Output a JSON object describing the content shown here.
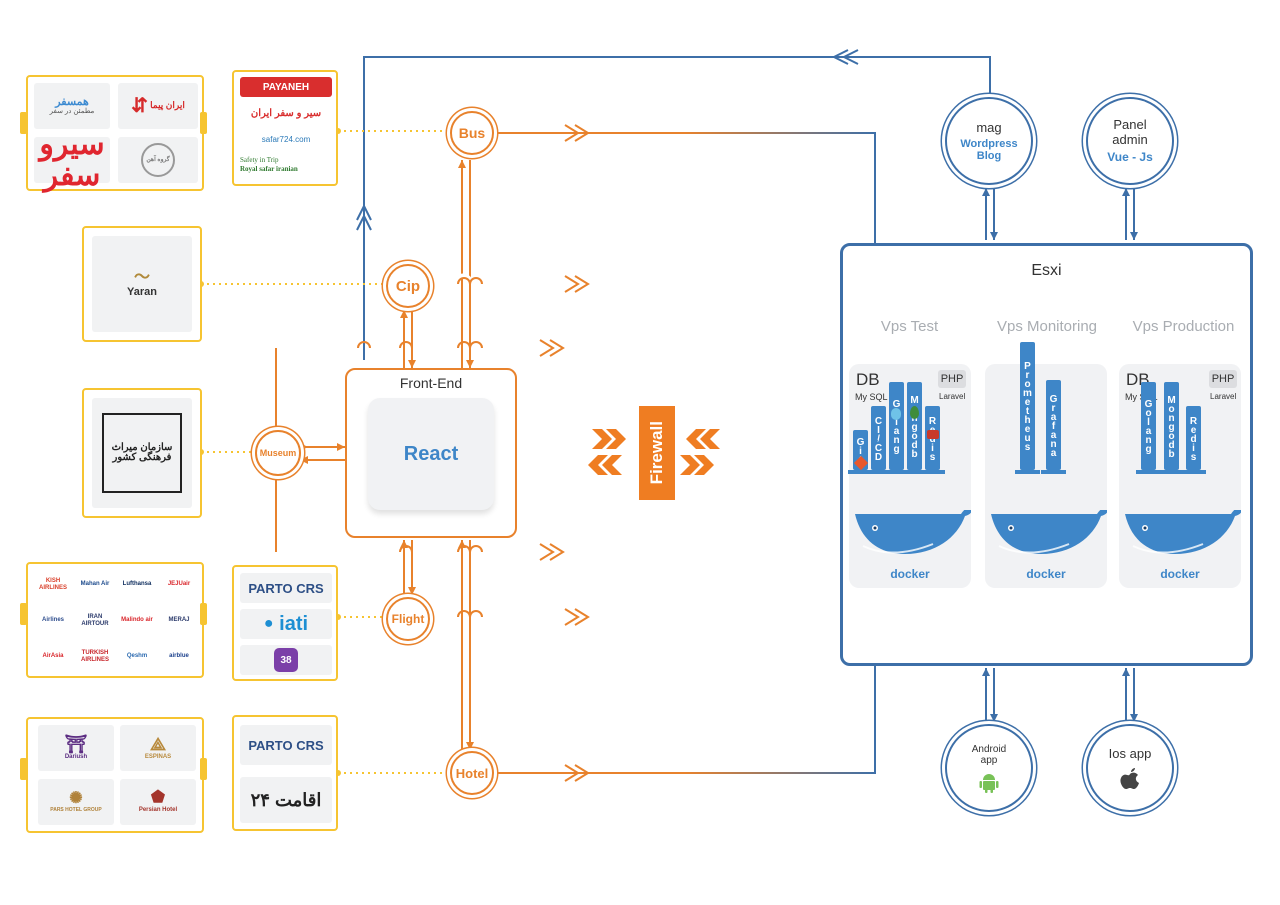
{
  "colors": {
    "orange": "#e8822c",
    "blue": "#3d6fa8",
    "yellow": "#f6c431",
    "docker_blue": "#3e86c8"
  },
  "bus": {
    "providers_a": [
      "همسفر",
      "مطمئن در سفر",
      "ایران پیما",
      "گروه آهن",
      "سیرو سفر"
    ],
    "providers_b": [
      "PAYANEH",
      "سیر و سفر ایران",
      "safar724.com",
      "Safety in Trip",
      "Royal safar iranian"
    ],
    "node": "Bus"
  },
  "cip": {
    "provider": "Yaran",
    "node": "Cip"
  },
  "museum": {
    "provider": "سازمان میراث فرهنگی کشور",
    "node": "Museum"
  },
  "flight": {
    "airlines": [
      "KISH AIRLINES",
      "Mahan Air",
      "Lufthansa",
      "JEJUair",
      "Airlines",
      "IRAN AIRTOUR",
      "Malindo air",
      "MERAJ",
      "AirAsia",
      "TURKISH AIRLINES",
      "Qeshm",
      "airblue"
    ],
    "crs": [
      "PARTO CRS",
      "iati",
      "38"
    ],
    "node": "Flight"
  },
  "hotel": {
    "providers": [
      "Dariush",
      "ESPINAS",
      "PARS HOTEL GROUP",
      "Persian Hotel"
    ],
    "crs": [
      "PARTO CRS",
      "اقامت ۲۴"
    ],
    "node": "Hotel"
  },
  "frontend": {
    "title": "Front-End",
    "framework": "React"
  },
  "firewall": {
    "label": "Firewall"
  },
  "mag": {
    "title": "mag",
    "sub": "Wordpress Blog"
  },
  "panel": {
    "title": "Panel admin",
    "sub": "Vue - Js"
  },
  "esxi": {
    "title": "Esxi",
    "vps": [
      {
        "title": "Vps Test",
        "db": "DB",
        "db_sub": "My SQL",
        "lang": "PHP",
        "lang_sub": "Laravel",
        "stack": [
          "Git",
          "CI/CD",
          "Golang",
          "Mongodb",
          "Redis"
        ],
        "docker": "docker"
      },
      {
        "title": "Vps Monitoring",
        "stack": [
          "Prometheus",
          "Grafana"
        ],
        "docker": "docker"
      },
      {
        "title": "Vps Production",
        "db": "DB",
        "db_sub": "My SQL",
        "lang": "PHP",
        "lang_sub": "Laravel",
        "stack": [
          "Golang",
          "Mongodb",
          "Redis"
        ],
        "docker": "docker"
      }
    ]
  },
  "android": {
    "label": "Android app"
  },
  "ios": {
    "label": "Ios app"
  }
}
